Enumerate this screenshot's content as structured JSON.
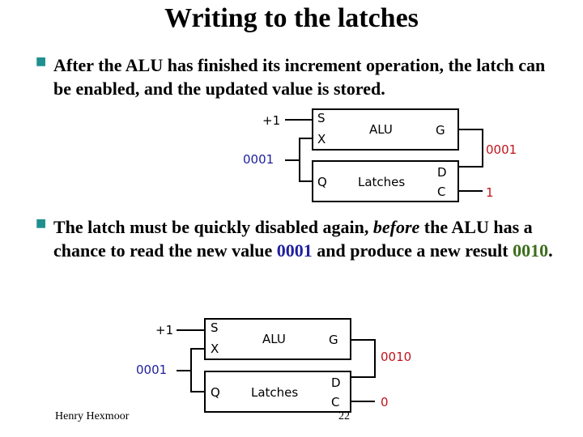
{
  "title": "Writing to the latches",
  "bullets": [
    {
      "text": "After the ALU has finished its increment operation, the latch can be enabled, and the updated value is stored."
    },
    {
      "part1": "The latch must be quickly disabled again, ",
      "emphasis": "before",
      "part2": " the ALU has a chance to read the new value ",
      "value_new": "0001",
      "part3": " and produce a new result ",
      "value_result": "0010",
      "part4": "."
    }
  ],
  "diagram1": {
    "plus_one": "+1",
    "alu_s": "S",
    "alu_x": "X",
    "alu_label": "ALU",
    "alu_g": "G",
    "g_output": "0001",
    "latch_input": "0001",
    "latch_q": "Q",
    "latch_label": "Latches",
    "latch_d": "D",
    "latch_c": "C",
    "c_input": "1"
  },
  "diagram2": {
    "plus_one": "+1",
    "alu_s": "S",
    "alu_x": "X",
    "alu_label": "ALU",
    "alu_g": "G",
    "g_output": "0010",
    "latch_input": "0001",
    "latch_q": "Q",
    "latch_label": "Latches",
    "latch_d": "D",
    "latch_c": "C",
    "c_input": "0"
  },
  "footer": {
    "author": "Henry Hexmoor",
    "page": "22"
  },
  "colors": {
    "bullet": "#1f8f8f",
    "value_blue": "#2020a0",
    "value_green": "#3c6e1c",
    "value_red": "#c0141c"
  }
}
